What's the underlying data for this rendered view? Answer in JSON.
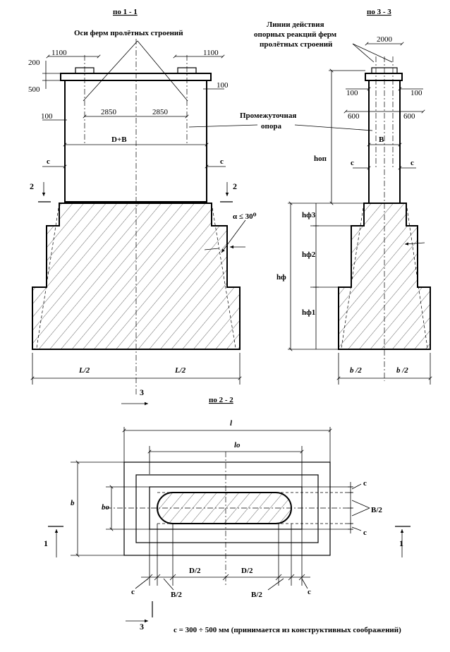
{
  "section11": {
    "title": "по 1 - 1",
    "truss_axes": "Оси ферм пролётных строений",
    "dim_1100_left": "1100",
    "dim_1100_right": "1100",
    "dim_200": "200",
    "dim_500": "500",
    "dim_100_right": "100",
    "dim_100_left": "100",
    "dim_2850_left": "2850",
    "dim_2850_right": "2850",
    "dim_DB": "D+B",
    "pier_label_1": "Промежуточная",
    "pier_label_2": "опора",
    "c_left": "с",
    "c_right": "с",
    "cut2_left": "2",
    "cut2_right": "2",
    "alpha": "α ≤ 30⁰",
    "L2_left": "L/2",
    "L2_right": "L/2",
    "cut3_top": "3"
  },
  "section33": {
    "title": "по 3 - 3",
    "reaction_1": "Линии действия",
    "reaction_2": "опорных реакций ферм",
    "reaction_3": "пролётных строений",
    "dim_2000": "2000",
    "dim_100_left": "100",
    "dim_100_right": "100",
    "dim_600_left": "600",
    "dim_600_right": "600",
    "dim_B": "B",
    "h_op": "hоп",
    "c_left": "с",
    "c_right": "с",
    "h_f3": "hф3",
    "h_f2": "hф2",
    "h_f": "hф",
    "h_f1": "hф1",
    "b2_left": "b /2",
    "b2_right": "b /2"
  },
  "section22": {
    "title": "по 2 - 2",
    "l": "l",
    "l0": "lо",
    "b": "b",
    "b0": "bо",
    "c1": "с",
    "B2_right": "B/2",
    "c2": "с",
    "cut1_left": "1",
    "cut1_right": "1",
    "D2_left": "D/2",
    "D2_right": "D/2",
    "c_bottom_left": "с",
    "B2_bottom_left": "B/2",
    "B2_bottom_right": "B/2",
    "c_bottom_right": "с",
    "cut3_bottom": "3"
  },
  "footnote": "с = 300 ÷ 500 мм (принимается из конструктивных соображений)"
}
